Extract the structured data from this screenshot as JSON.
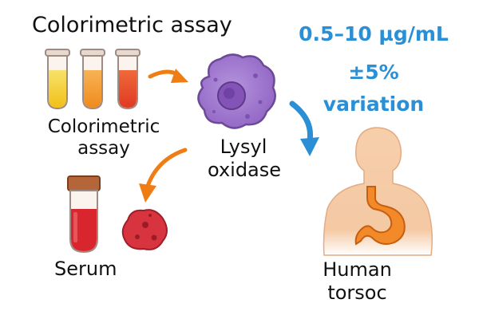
{
  "title": "Colorimetric assay",
  "assay_label": "Colorimetric assay",
  "enzyme_label": "Lysyl oxidase",
  "serum_label": "Serum",
  "torso_label": "Human torsoc",
  "stats": {
    "range": "0.5–10 µg/mL",
    "variation_pct": "±5%",
    "variation_word": "variation"
  },
  "colors": {
    "accent_blue": "#2b8fd6",
    "arrow_orange": "#f07d14",
    "cell_purple": "#9a72c8",
    "serum_red": "#d9262e",
    "stomach_orange": "#f28a2a",
    "skin": "#f4c9a4"
  },
  "icons": [
    "test-tubes-icon",
    "cell-icon",
    "serum-tube-icon",
    "tissue-icon",
    "human-torso-icon",
    "orange-arrow-icon",
    "blue-arrow-icon"
  ]
}
